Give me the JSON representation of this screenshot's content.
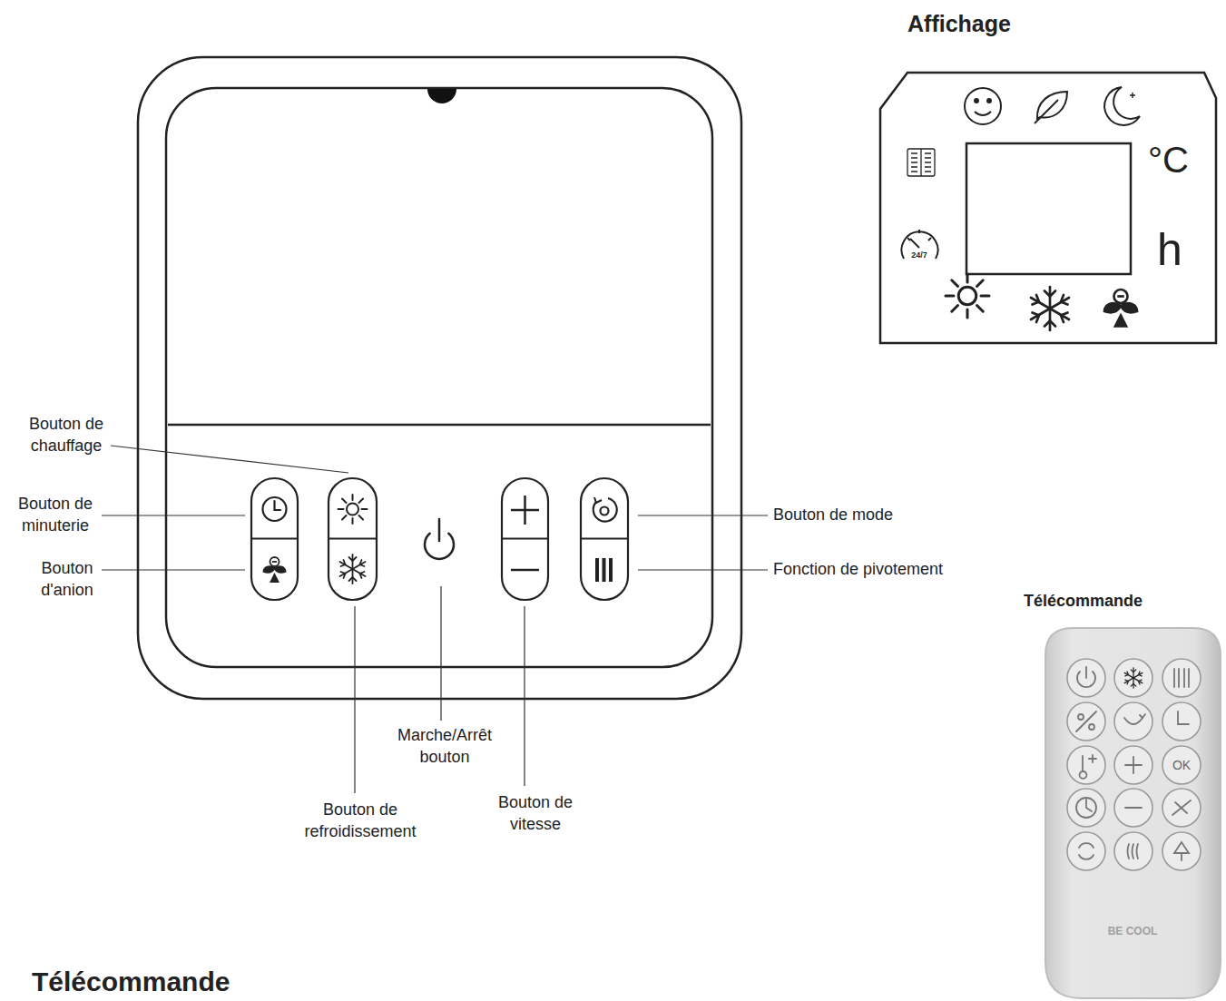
{
  "diagram": {
    "nodes": [
      {
        "text": [
          "Affichage",
          "°C",
          "h"
        ]
      },
      {
        "text": [
          "Télécommande",
          "BE COOL"
        ]
      }
    ],
    "labels": [
      "Bouton de chauffage",
      "Bouton de minuterie",
      "Bouton d'anion",
      "Marche/Arrêt bouton",
      "Bouton de refroidissement",
      "Bouton de vitesse",
      "Bouton de mode",
      "Fonction de pivotement",
      "24/7",
      "OK",
      "Télécommande"
    ]
  }
}
